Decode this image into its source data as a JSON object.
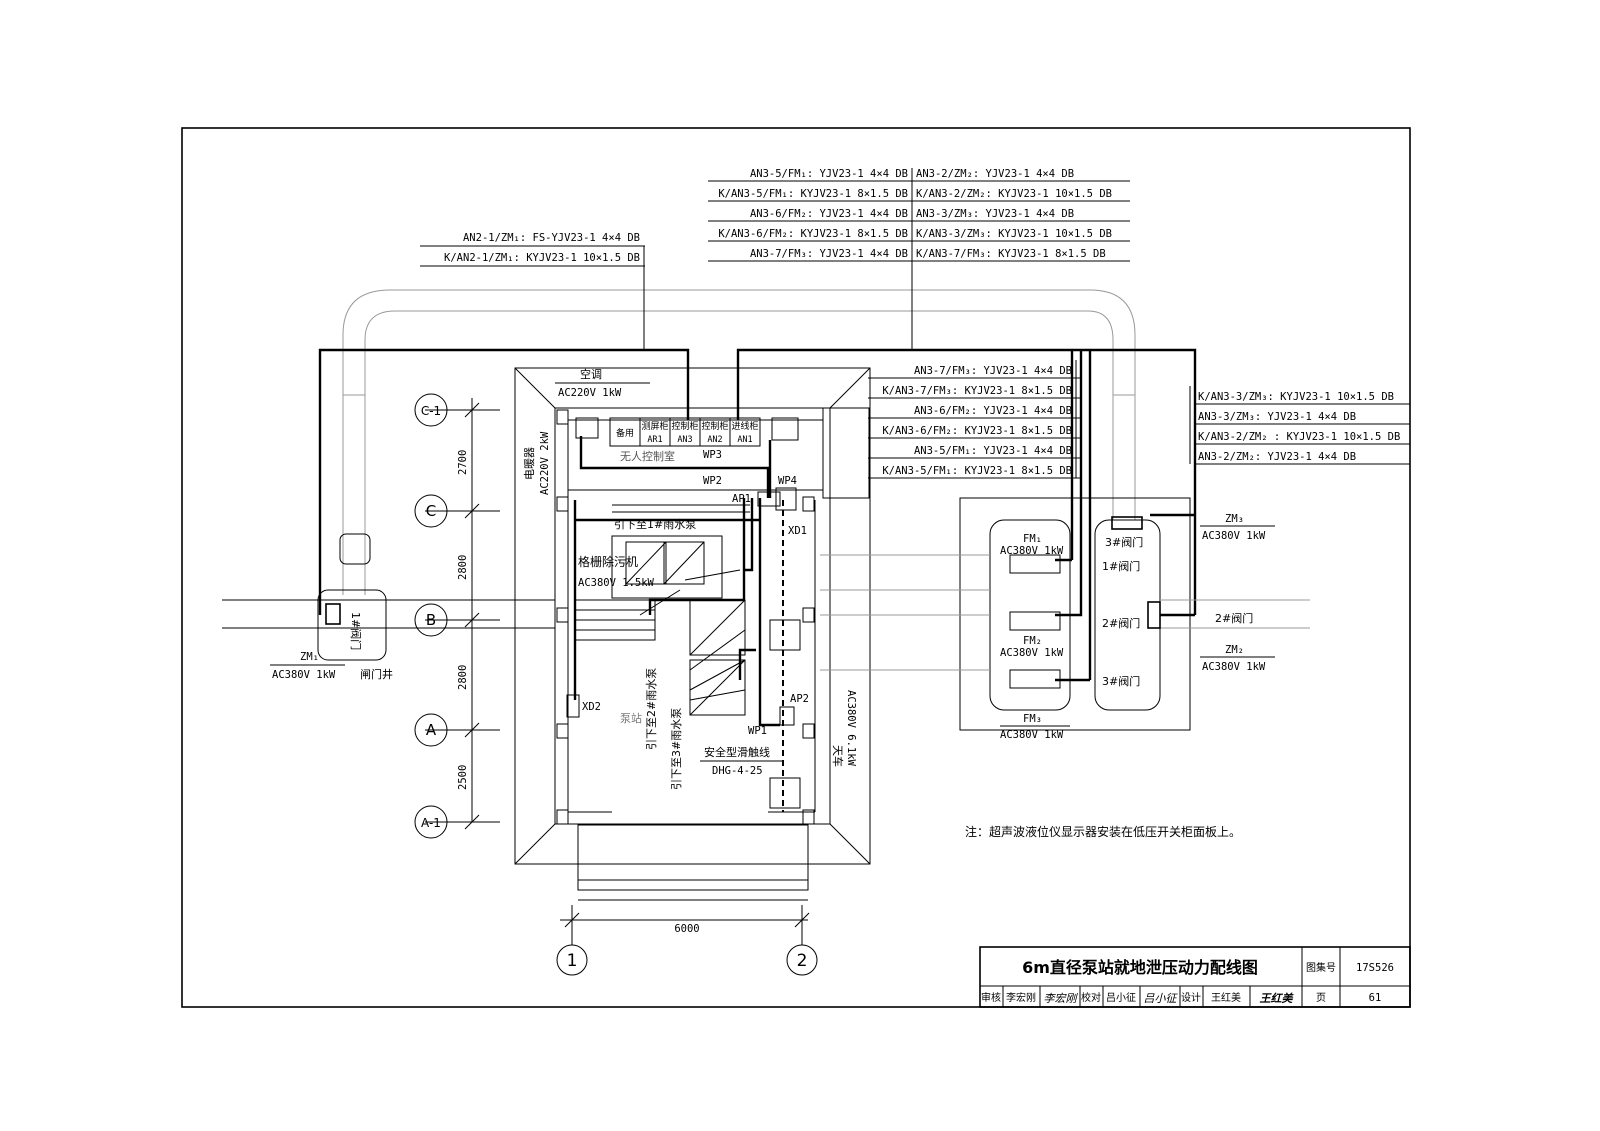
{
  "title_block": {
    "title": "6m直径泵站就地泄压动力配线图",
    "atlas_label": "图集号",
    "atlas_no": "17S526",
    "review_label": "审核",
    "reviewer": "李宏刚",
    "check_label": "校对",
    "checker": "吕小征",
    "design_label": "设计",
    "designer": "王红美",
    "page_label": "页",
    "page_no": "61"
  },
  "cable_labels_top_left": [
    "AN2-1/ZM₁: FS-YJV23-1 4×4 DB",
    "K/AN2-1/ZM₁: KYJV23-1 10×1.5 DB"
  ],
  "cable_labels_top_center_left": [
    "AN3-5/FM₁: YJV23-1 4×4 DB",
    "K/AN3-5/FM₁: KYJV23-1 8×1.5 DB",
    "AN3-6/FM₂: YJV23-1 4×4 DB",
    "K/AN3-6/FM₂: KYJV23-1 8×1.5 DB",
    "AN3-7/FM₃: YJV23-1 4×4 DB"
  ],
  "cable_labels_top_center_right": [
    "AN3-2/ZM₂: YJV23-1 4×4 DB",
    "K/AN3-2/ZM₂: KYJV23-1 10×1.5 DB",
    "AN3-3/ZM₃: YJV23-1 4×4 DB",
    "K/AN3-3/ZM₃: KYJV23-1 10×1.5 DB",
    "K/AN3-7/FM₃: KYJV23-1 8×1.5 DB"
  ],
  "cable_labels_mid": [
    "AN3-7/FM₃: YJV23-1 4×4 DB",
    "K/AN3-7/FM₃: KYJV23-1 8×1.5 DB",
    "AN3-6/FM₂: YJV23-1 4×4 DB",
    "K/AN3-6/FM₂: KYJV23-1 8×1.5 DB",
    "AN3-5/FM₁: YJV23-1 4×4 DB",
    "K/AN3-5/FM₁: KYJV23-1 8×1.5 DB"
  ],
  "cable_labels_right": [
    "K/AN3-3/ZM₃: KYJV23-1 10×1.5 DB",
    "AN3-3/ZM₃: YJV23-1 4×4 DB",
    "K/AN3-2/ZM₂ : KYJV23-1 10×1.5 DB",
    "AN3-2/ZM₂: YJV23-1 4×4 DB"
  ],
  "axes": {
    "rows": [
      "C-1",
      "C",
      "B",
      "A",
      "A-1"
    ],
    "cols": [
      "1",
      "2"
    ],
    "row_dims": [
      "2700",
      "2800",
      "2800",
      "2500"
    ],
    "col_dim": "6000"
  },
  "room": {
    "aircon": "空调",
    "aircon_power": "AC220V 1kW",
    "heater": "电暖器",
    "heater_power": "AC220V 2kW",
    "control_room": "无人控制室",
    "cabinets": [
      {
        "name": "备用",
        "code": ""
      },
      {
        "name": "测屏柜",
        "code": "AR1"
      },
      {
        "name": "控制柜",
        "code": "AN3"
      },
      {
        "name": "控制柜",
        "code": "AN2"
      },
      {
        "name": "进线柜",
        "code": "AN1"
      }
    ],
    "wp3": "WP3",
    "wp2": "WP2",
    "wp4": "WP4",
    "ap1": "AP1",
    "xd1": "XD1",
    "xd2": "XD2",
    "ap2": "AP2",
    "wp1": "WP1",
    "to_pump1": "引下至1#雨水泵",
    "to_pump2": "引下至2#雨水泵",
    "to_pump3": "引下至3#雨水泵",
    "screen_cleaner": "格栅除污机",
    "screen_power": "AC380V 1.5kW",
    "pump_station": "泵站",
    "trolley": "安全型滑触线",
    "trolley_model": "DHG-4-25",
    "crane": "天车",
    "crane_power": "AC380V 6.1kW"
  },
  "left_valve": {
    "label": "1#阀门",
    "zm": "ZM₁",
    "power": "AC380V 1kW",
    "well": "闸门井"
  },
  "right_valves": {
    "fm1": "FM₁",
    "fm1_power": "AC380V 1kW",
    "fm2": "FM₂",
    "fm2_power": "AC380V 1kW",
    "fm3": "FM₃",
    "fm3_power": "AC380V 1kW",
    "v1": "1#阀门",
    "v2": "2#阀门",
    "v3": "3#阀门",
    "v3_top": "3#阀门",
    "v2_out": "2#阀门",
    "zm3": "ZM₃",
    "zm3_power": "AC380V 1kW",
    "zm2": "ZM₂",
    "zm2_power": "AC380V 1kW"
  },
  "note": "注：超声波液位仪显示器安装在低压开关柜面板上。"
}
